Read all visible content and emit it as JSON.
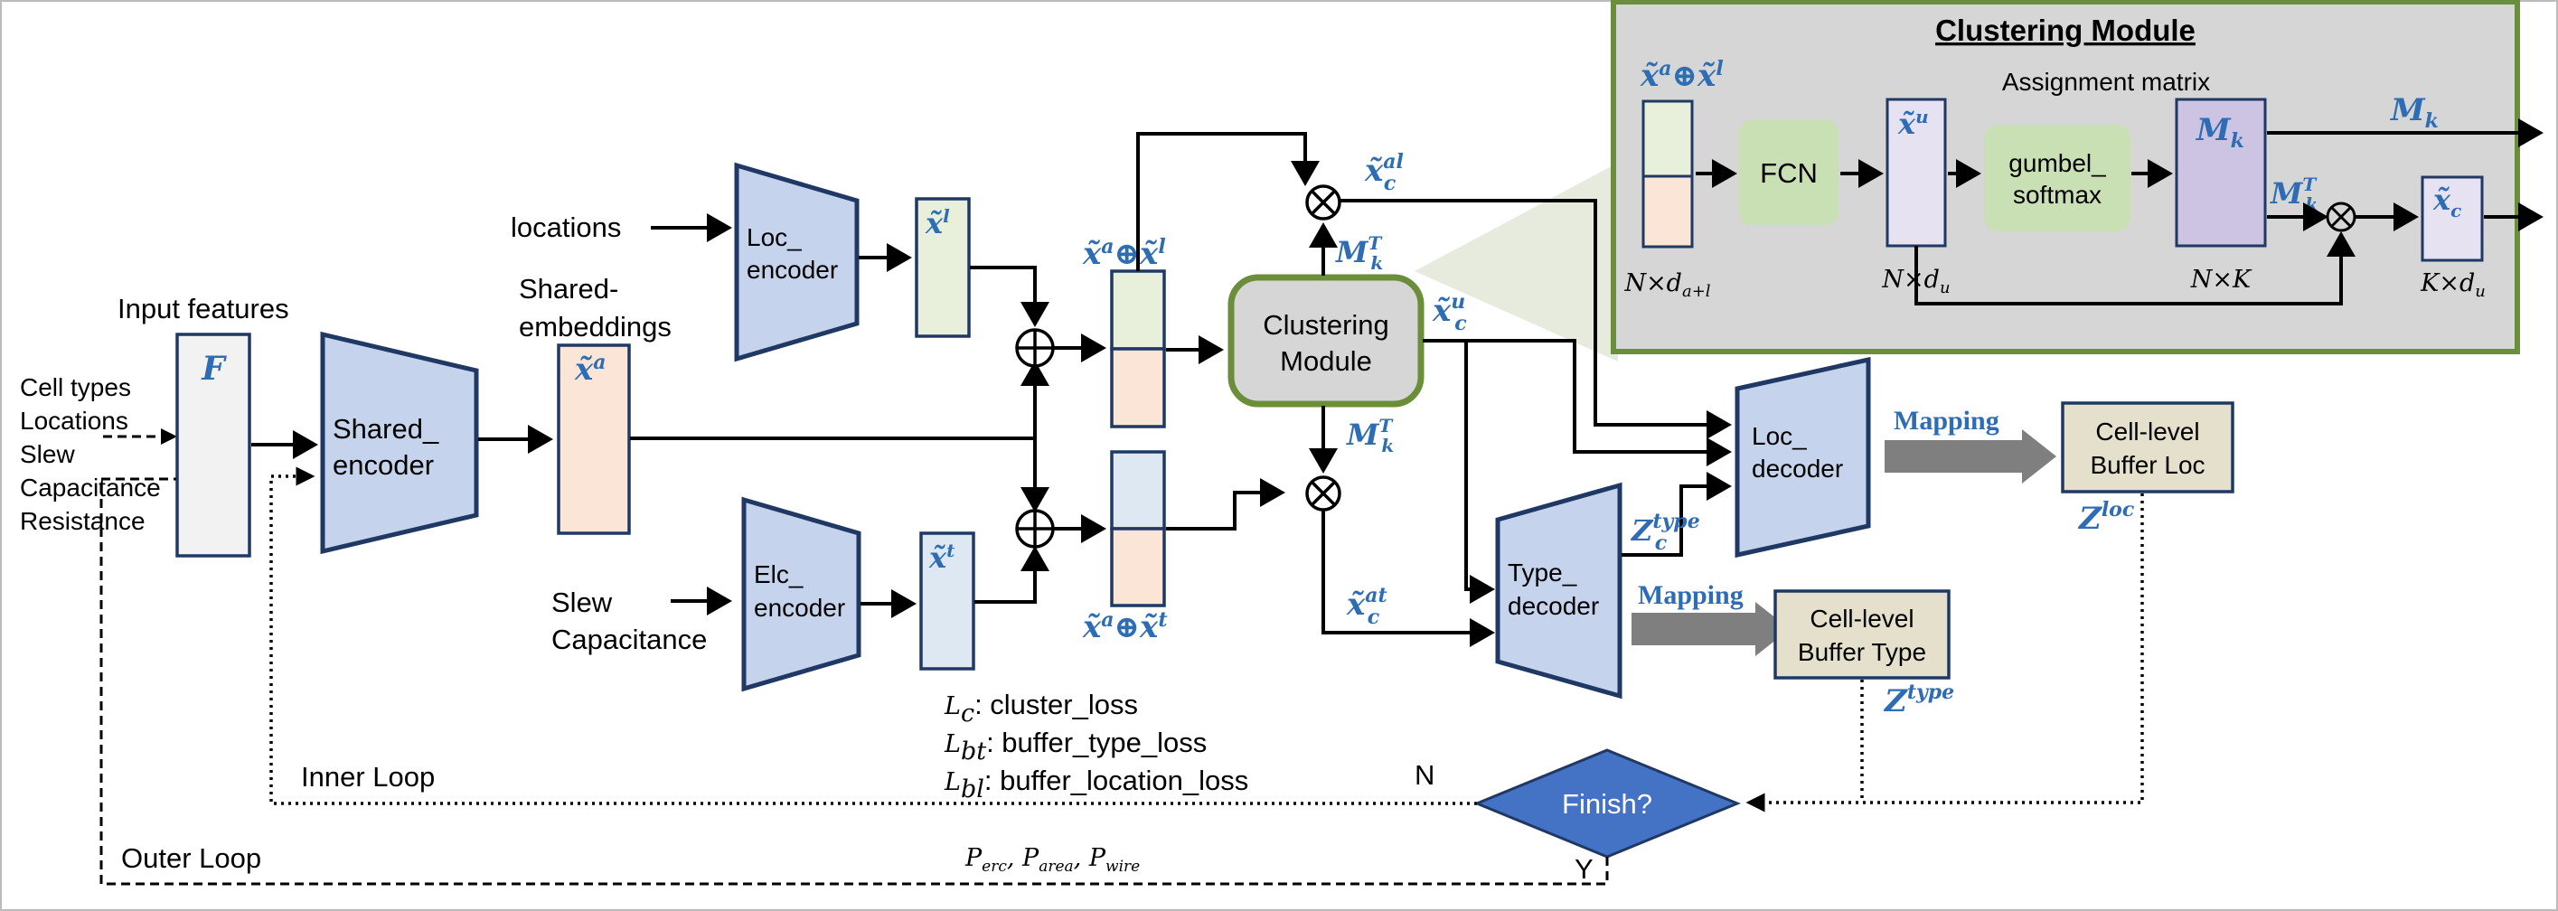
{
  "inputs": {
    "title": "Input features",
    "items": [
      "Cell types",
      "Locations",
      "Slew",
      "Capacitance",
      "Resistance"
    ],
    "F_symbol": "F"
  },
  "shared_encoder": "Shared_\nencoder",
  "shared_embeddings": "Shared-\nembeddings",
  "locations_label": "locations",
  "slew_cap_label": "Slew\nCapacitance",
  "loc_encoder": "Loc_\nencoder",
  "elc_encoder": "Elc_\nencoder",
  "clustering": "Clustering\nModule",
  "loc_decoder": "Loc_\ndecoder",
  "type_decoder": "Type_\ndecoder",
  "mapping": "Mapping",
  "buffer_loc": "Cell-level\nBuffer Loc",
  "buffer_type": "Cell-level\nBuffer Type",
  "finish": "Finish?",
  "n_label": "N",
  "y_label": "Y",
  "inner_loop": "Inner Loop",
  "outer_loop": "Outer Loop",
  "losses": [
    {
      "sym": "L",
      "sub": "c",
      "text": ": cluster_loss"
    },
    {
      "sym": "L",
      "sub": "bt",
      "text": ": buffer_type_loss"
    },
    {
      "sym": "L",
      "sub": "bl",
      "text": ": buffer_location_loss"
    }
  ],
  "penalties": "P_erc, P_area, P_wire",
  "symbols": {
    "xl": "x̃ˡ",
    "xa": "x̃ᵃ",
    "xt": "x̃ᵗ",
    "xa_xl": "x̃ᵃ⊕x̃ˡ",
    "xa_xt": "x̃ᵃ⊕x̃ᵗ",
    "xc_al": "x̃_c^al",
    "xc_u": "x̃_c^u",
    "xc_at": "x̃_c^at",
    "MkT": "M_k^T",
    "Zc_type": "Z_c^type",
    "Z_loc": "Z^loc",
    "Z_type": "Z^type"
  },
  "inset": {
    "title": "Clustering Module",
    "assignment": "Assignment matrix",
    "fcn": "FCN",
    "gumbel": "gumbel_\nsoftmax",
    "dims": [
      "N×d_a+l",
      "N×d_u",
      "N×K",
      "K×d_u"
    ],
    "Mk": "M_k",
    "MkT": "M_k^T",
    "xu": "x̃ᵘ",
    "xc": "x̃_c",
    "xa_xl": "x̃ᵃ⊕x̃ˡ"
  },
  "colors": {
    "blue_block": "#c6d3ec",
    "block_stroke": "#1f3864",
    "peach": "#fbe5d6",
    "green_light": "#e8f0dc",
    "green_box": "#c9dfb4",
    "lavender": "#e7e2f2",
    "purple": "#cdc4e3",
    "lightblue": "#dde8f2",
    "gray_panel": "#d6d6d6",
    "beige": "#e4e0cc",
    "cluster_border": "#6b8e3a",
    "diamond": "#4472c4",
    "math_blue": "#2e6db4"
  }
}
